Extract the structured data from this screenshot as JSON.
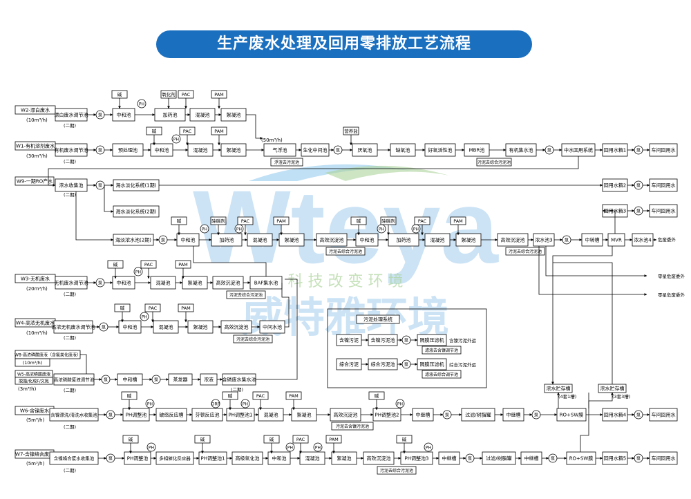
{
  "title": "生产废水处理及回用零排放工艺流程",
  "watermark": {
    "logo": "Wteya",
    "slogan": "科  技  改  变  环  境",
    "company": "威特雅环境",
    "color_blue": "#2f8fd8",
    "color_green": "#6ab04c"
  },
  "colors": {
    "title_bg": "#1a6fbf",
    "line": "#000000"
  },
  "inputs": {
    "w2": {
      "name": "W2-漂白废水",
      "flow": "(10m³/h)"
    },
    "w1": {
      "name": "W1-有机溶剂废水",
      "flow": "(30m³/h)"
    },
    "w9": {
      "name": "W9-一期RO产水"
    },
    "w3": {
      "name": "W3-无机废水",
      "flow": "(20m³/h)"
    },
    "w4": {
      "name": "W4-高浓无机废水",
      "flow": "(10m³/h)"
    },
    "w8": {
      "name": "W8-高浓磷酸废液（含氨类化废液）",
      "flow": "(10m³/h)"
    },
    "w5": {
      "name": "W5-高浓磷酸废液",
      "name2": "脱脂/化成F/文氮",
      "flow": "(3m³/h)"
    },
    "w6": {
      "name": "W6-含镍废水",
      "flow": "(5m³/h)"
    },
    "w7": {
      "name": "W7-含镍络合废水",
      "flow": "(5m³/h)"
    }
  },
  "units": {
    "pump": "泵",
    "ph": "PH",
    "orp": "ORP",
    "alkali": "碱",
    "oxidant": "氧化剂",
    "pac": "PAC",
    "pam": "PAM",
    "mol_sieve": "营养盐",
    "ferrous": "除磷剂",
    "flow50": "(50m³/h)",
    "tank_note": "(二期)",
    "w2_adj": "漂白废水调节池",
    "neutral": "中和池",
    "dosing": "加药池",
    "coag": "混凝池",
    "floc": "絮凝池",
    "w1_adj": "有机废水调节池",
    "pretreat": "预处理池",
    "airfloat": "气浮池",
    "airfloat_note": "浮渣去污泥池",
    "biochem": "生化中间池",
    "anaerobic": "厌氧池",
    "anoxic": "缺氧池",
    "aerobic": "好氧活性池",
    "mbr": "MBR池",
    "mbr_note": "污泥去综合污泥池",
    "organic_collect": "有机集水池",
    "mid_reuse": "中水回用系统",
    "reuse1": "回用水箱1",
    "reuse2": "回用水箱2",
    "reuse3": "回用水箱3",
    "reuse4": "回用水箱4",
    "reuse5": "回用水箱5",
    "plant_reuse": "车间回用水",
    "conc_collect": "浓水收集池",
    "sea1": "海水淡化系统(1期)",
    "sea2": "海水淡化系统(2期)",
    "sea_conc": "海淡浓水池(2期)",
    "hd_settle": "高效沉淀池",
    "sludge_note": "污泥去综合污泥池",
    "conc3": "浓水池3",
    "mid_tank": "中转槽",
    "mvr": "MVR",
    "conc4": "浓水池4",
    "out": "危废委外",
    "out2": "零星危废委外",
    "w3_adj": "无机废水调节池",
    "baf": "BAF集水池",
    "w4_adj": "高浓无机废水调节池",
    "reverse": "中间水池",
    "sludge_sys": "污泥处理系统",
    "ni_sludge": "含镍污泥",
    "ni_sludge_tank": "含镍污泥池",
    "plate_press1": "隔膜压滤机",
    "ni_out": "含镍污泥外运",
    "filtrate1": "滤液去含镍调节池",
    "mix_sludge": "综合污泥",
    "mix_sludge_tank": "综合污泥池",
    "mix_out": "综合污泥外运",
    "filtrate2": "滤液去综合调节池",
    "w5_adj": "高浓磷酸废液调节池",
    "neutral_tank": "中和槽",
    "evap": "蒸发器",
    "stack": "浓液",
    "hp_collect": "含磷废水集水池",
    "w6_adj": "含镍漂洗/清洗水收集池",
    "ph_adj": "PH调整池",
    "ni_break": "破络反应槽",
    "redox": "芬顿反应池",
    "ph_adj1": "PH调整池1",
    "ph_adj2": "PH调整池2",
    "ph_adj3": "PH调整池3",
    "mid_trough": "中继槽",
    "filter": "过滤/树脂罐",
    "ro_sw": "RO+SW膜",
    "ni_note": "污泥去含镍污泥池",
    "store1": "浓水贮存槽",
    "store1b": "(4套1槽)",
    "store2": "浓水贮存槽",
    "store2b": "(3套3槽)",
    "w7_adj": "含镍络合废水收集池",
    "multi_ox": "多相催化反应器",
    "hp_ox": "高级氧化池"
  }
}
